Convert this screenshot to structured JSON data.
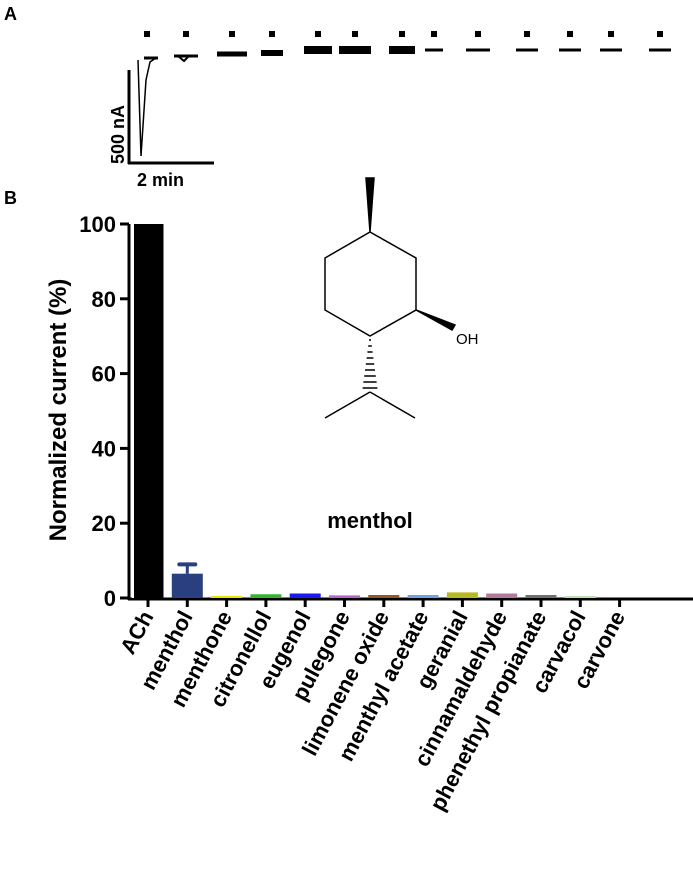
{
  "panel_labels": {
    "a": "A",
    "b": "B"
  },
  "trace": {
    "scale_current": "500 nA",
    "scale_time": "2 min",
    "application_count": 13
  },
  "structure": {
    "name": "menthol",
    "group": "OH"
  },
  "chart_data": {
    "type": "bar",
    "title": "",
    "xlabel": "",
    "ylabel": "Normalized current (%)",
    "ylim": [
      0,
      100
    ],
    "yticks": [
      0,
      20,
      40,
      60,
      80,
      100
    ],
    "categories": [
      "ACh",
      "menthol",
      "menthone",
      "citronellol",
      "eugenol",
      "pulegone",
      "limonene oxide",
      "menthyl acetate",
      "geranial",
      "cinnamaldehyde",
      "phenethyl propianate",
      "carvacol",
      "carvone"
    ],
    "values": [
      100,
      6.5,
      0.5,
      1.0,
      1.2,
      0.7,
      0.8,
      0.8,
      1.5,
      1.2,
      0.8,
      0.5,
      0
    ],
    "errors": [
      0,
      2.5,
      0,
      0,
      0,
      0,
      0,
      0,
      0,
      0,
      0,
      0,
      0
    ],
    "colors": [
      "#000000",
      "#2a3f80",
      "#e6e600",
      "#33b333",
      "#1a1aee",
      "#b366cc",
      "#8b5a2b",
      "#6aa6e6",
      "#b8b820",
      "#b07a9a",
      "#707070",
      "#bde0b0",
      "#222222"
    ]
  }
}
